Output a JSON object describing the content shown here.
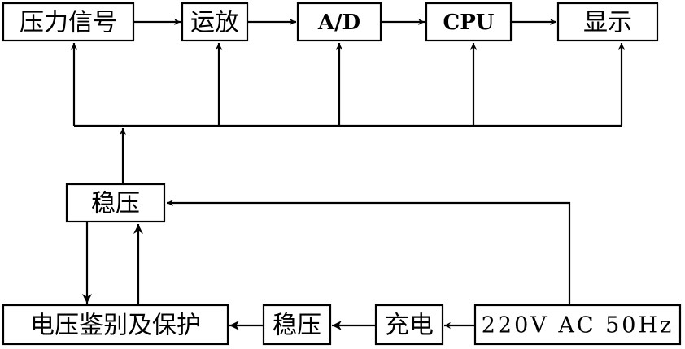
{
  "blocks": {
    "pressure_signal": "压力信号",
    "amplifier": "运放",
    "adc": "A/D",
    "cpu": "CPU",
    "display": "显示",
    "regulator_top": "稳压",
    "voltage_protect": "电压鉴别及保护",
    "regulator_bottom": "稳压",
    "charge": "充电",
    "ac_input": "220V AC 50Hz"
  },
  "colors": {
    "line": "#000000",
    "background": "#ffffff"
  }
}
